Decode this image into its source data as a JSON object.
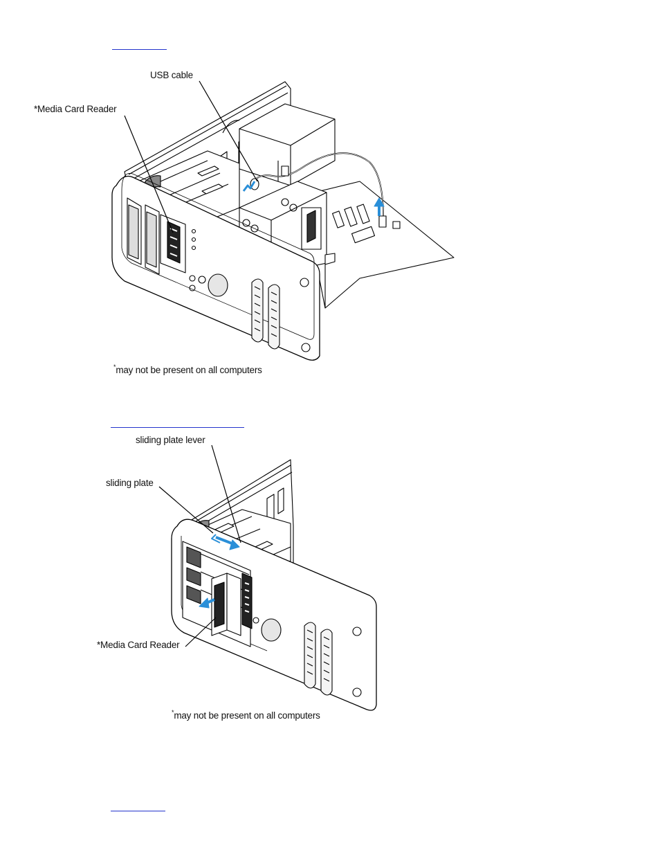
{
  "figure1": {
    "callouts": {
      "usb_cable": "USB cable",
      "media_card_reader": "*Media Card Reader"
    },
    "footnote_mark": "*",
    "footnote_text": "may not be present on all computers"
  },
  "figure2": {
    "callouts": {
      "sliding_plate_lever": "sliding plate lever",
      "sliding_plate": "sliding plate",
      "media_card_reader": "*Media Card Reader"
    },
    "footnote_mark": "*",
    "footnote_text": "may not be present on all computers"
  },
  "colors": {
    "link": "#2233cc",
    "arrow": "#2a8fd8",
    "line": "#000000"
  }
}
